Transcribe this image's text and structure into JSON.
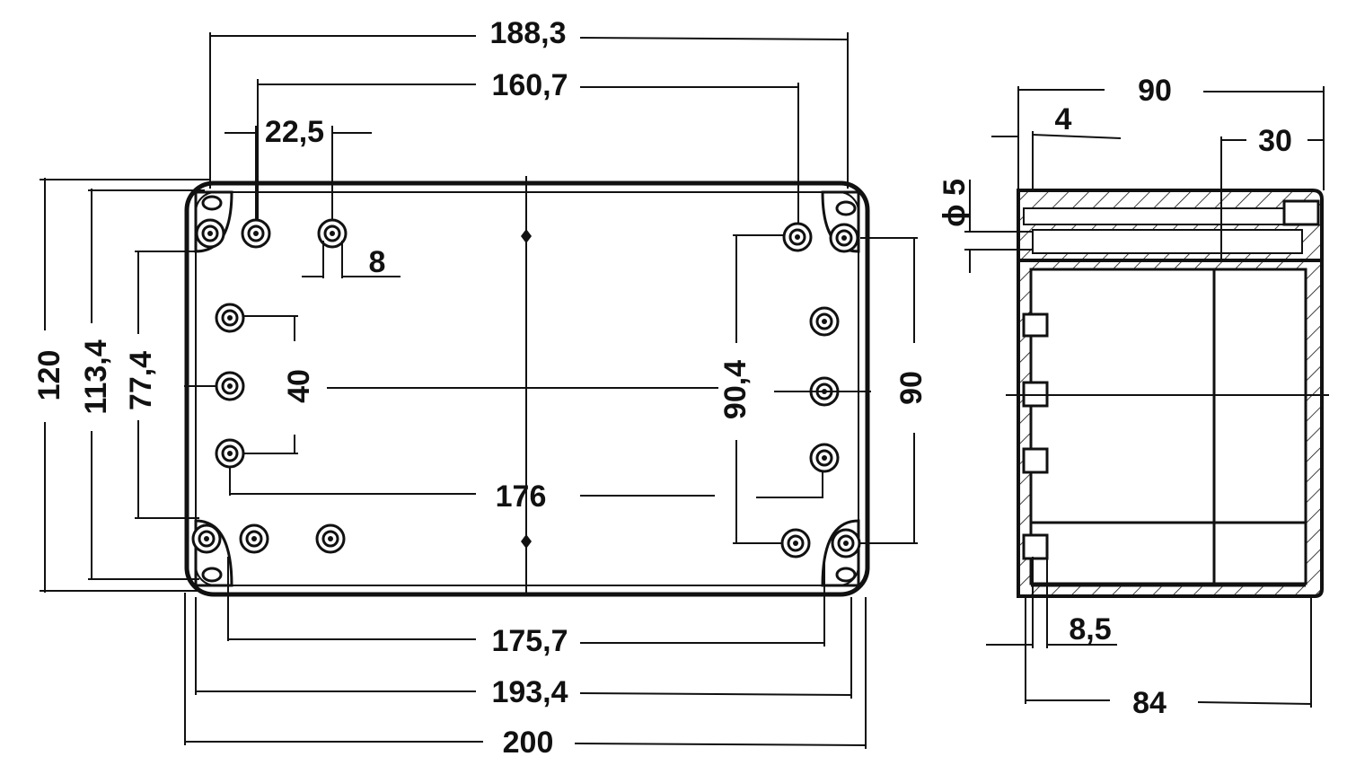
{
  "front_view": {
    "dims": {
      "width_188_3": "188,3",
      "width_160_7": "160,7",
      "pitch_22_5": "22,5",
      "dia_8": "8",
      "height_120": "120",
      "height_113_4": "113,4",
      "height_77_4": "77,4",
      "spacing_40": "40",
      "height_90_4": "90,4",
      "height_90": "90",
      "width_176": "176",
      "width_175_7": "175,7",
      "width_193_4": "193,4",
      "width_200": "200"
    }
  },
  "side_view": {
    "dims": {
      "depth_90": "90",
      "wall_4": "4",
      "lid_30": "30",
      "hole_dia_5": "ϕ 5",
      "offset_8_5": "8,5",
      "inner_84": "84"
    }
  }
}
